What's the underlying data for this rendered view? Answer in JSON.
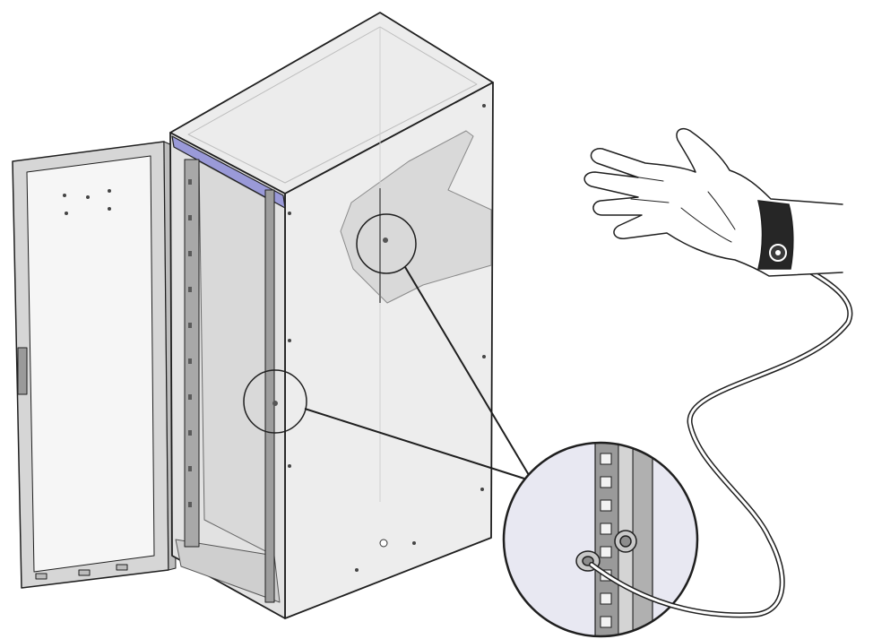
{
  "figure": {
    "type": "technical-illustration",
    "parts": [
      "rack-cabinet",
      "open-front-door",
      "hand",
      "antistatic-wrist-strap",
      "grounding-cable",
      "magnified-detail-grounding-point"
    ],
    "colors": {
      "outline": "#1f1f1f",
      "cabinet_fill": "#f2f2f2",
      "cabinet_side": "#e6e6e6",
      "cabinet_top": "#e9e9e9",
      "accent_band": "#9a9ad8",
      "magnifier_fill": "#e8e8f2",
      "wrist_band": "#262626"
    },
    "icons": [
      "hand-icon",
      "wrist-strap-icon",
      "grounding-screw-icon"
    ]
  }
}
